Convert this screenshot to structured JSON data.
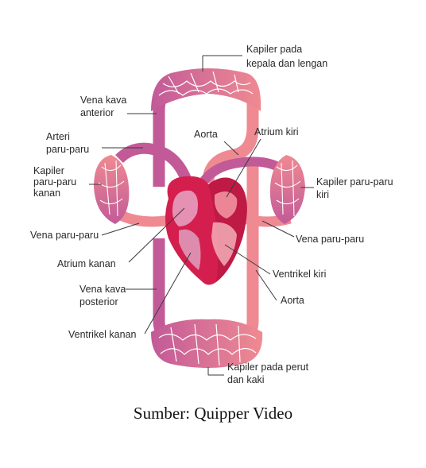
{
  "labels": {
    "head_capillaries": [
      "Kapiler pada",
      "kepala dan lengan"
    ],
    "anterior_vena_cava": [
      "Vena kava",
      "anterior"
    ],
    "aorta_top": "Aorta",
    "left_atrium": "Atrium kiri",
    "pulmonary_artery": [
      "Arteri",
      "paru-paru"
    ],
    "right_lung_capillaries": [
      "Kapiler",
      "paru-paru",
      "kanan"
    ],
    "left_lung_capillaries": [
      "Kapiler paru-paru",
      "kiri"
    ],
    "pulmonary_vein_left": "Vena paru-paru",
    "pulmonary_vein_right": "Vena paru-paru",
    "right_atrium": "Atrium kanan",
    "left_ventricle": "Ventrikel kiri",
    "posterior_vena_cava": [
      "Vena kava",
      "posterior"
    ],
    "aorta_lower": "Aorta",
    "right_ventricle": "Ventrikel kanan",
    "body_capillaries": [
      "Kapiler pada perut",
      "dan kaki"
    ]
  },
  "caption": "Sumber: Quipper Video",
  "colors": {
    "oxygenated": "#ef8a92",
    "deoxygenated": "#c25a98",
    "heart": "#d41f4e",
    "heart_dark": "#b0163f",
    "capillary_lines": "#ffffff",
    "text": "#2a2a2a"
  }
}
